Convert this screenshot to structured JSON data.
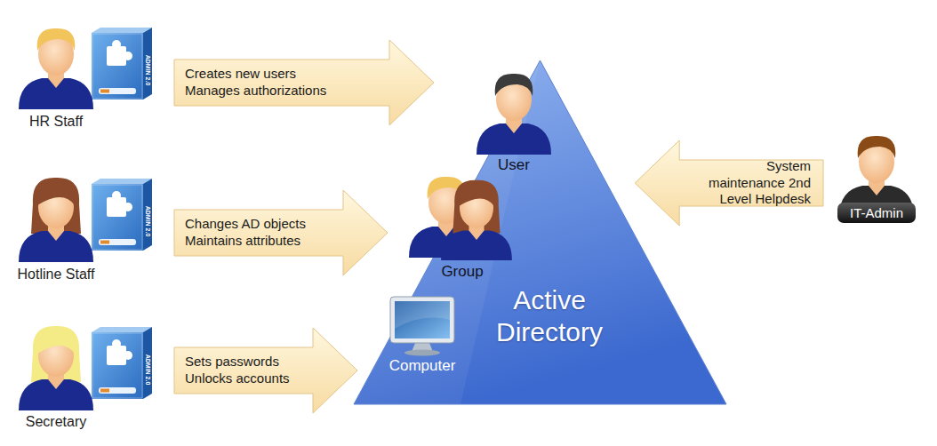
{
  "diagram": {
    "nodes": [
      {
        "text": [
          "HR Staff"
        ]
      },
      {
        "text": [
          "Hotline Staff"
        ]
      },
      {
        "text": [
          "Secretary"
        ]
      },
      {
        "text": [
          "Active Directory"
        ]
      },
      {
        "text": [
          "User"
        ],
        "in": 3
      },
      {
        "text": [
          "Group"
        ],
        "in": 3
      },
      {
        "text": [
          "Computer"
        ],
        "in": 3
      },
      {
        "text": [
          "IT-Admin"
        ]
      }
    ],
    "edges": [
      {
        "from": 0,
        "to": 4,
        "arrow": "to",
        "label": "Creates new users Manages authorizations"
      },
      {
        "from": 1,
        "to": 5,
        "arrow": "to",
        "label": "Changes AD objects Maintains attributes"
      },
      {
        "from": 2,
        "to": 6,
        "arrow": "to",
        "label": "Sets passwords Unlocks accounts"
      },
      {
        "from": 7,
        "to": 3,
        "arrow": "to",
        "label": "System maintenance 2nd Level Helpdesk"
      }
    ],
    "labels": [
      "ADMIN 2.0",
      "ADMIN 2.0",
      "ADMIN 2.0"
    ]
  }
}
